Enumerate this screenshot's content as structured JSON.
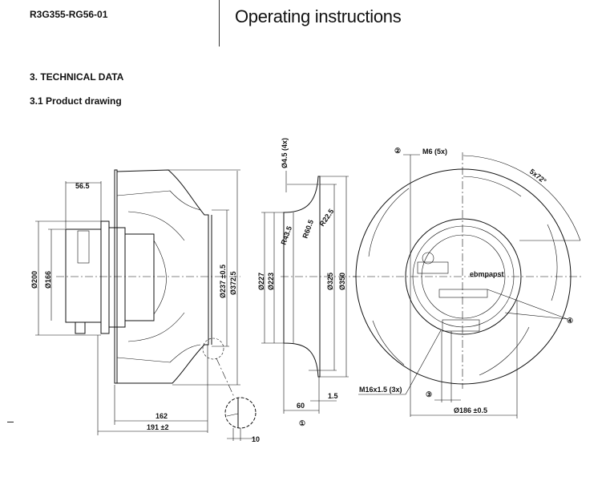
{
  "header": {
    "doc_id": "R3G355-RG56-01",
    "title": "Operating instructions"
  },
  "section": {
    "heading": "3. TECHNICAL DATA",
    "subheading": "3.1 Product drawing"
  },
  "drawing": {
    "side_view": {
      "dim_motor_depth": "56.5",
      "dim_dia_200": "Ø200",
      "dim_dia_166": "Ø166",
      "dim_dia_237": "Ø237 ±0.5",
      "dim_dia_372": "Ø372.5",
      "dim_162": "162",
      "dim_191": "191 ±2",
      "dim_10": "10"
    },
    "inlet_ring": {
      "dim_hole": "Ø4.5 (4x)",
      "dim_r43": "R43.5",
      "dim_r60": "R60.5",
      "dim_r22": "R22.5",
      "dim_dia_227": "Ø227",
      "dim_dia_223": "Ø223",
      "dim_dia_325": "Ø325",
      "dim_dia_350": "Ø350",
      "dim_60": "60",
      "dim_1_5": "1.5",
      "callout": "①"
    },
    "front_view": {
      "callout_2": "②",
      "dim_m6": "M6 (5x)",
      "dim_angle": "5x72°",
      "callout_4": "④",
      "dim_m16": "M16x1.5 (3x)",
      "callout_3": "③",
      "dim_dia_186": "Ø186 ±0.5",
      "brand": "ebmpapst"
    }
  }
}
